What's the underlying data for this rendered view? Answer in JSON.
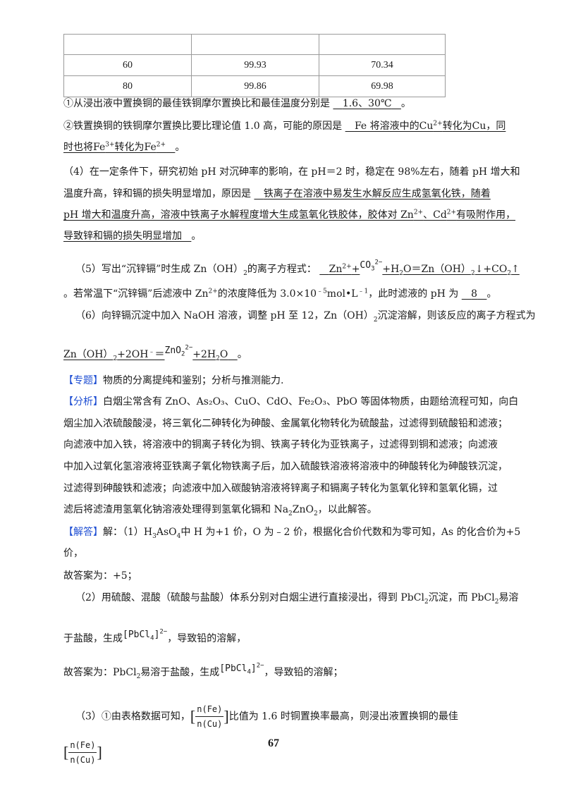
{
  "table": {
    "rows": [
      [
        "",
        "",
        ""
      ],
      [
        "60",
        "99.93",
        "70.34"
      ],
      [
        "80",
        "99.86",
        "69.98"
      ]
    ]
  },
  "q3": {
    "l1_a": "①从浸出液中置换铜的最佳铁铜摩尔置换比和最佳温度分别是",
    "l1_ans": "1.6、30℃",
    "l1_end": "。",
    "l2_a": "②铁置换铜的铁铜摩尔置换比要比理论值 1.0 高，可能的原因是",
    "l2_ans_a": "Fe 将溶液中的Cu",
    "l2_sup1": "2+",
    "l2_ans_b": "转化为Cu，同",
    "l3_ans_a": "时也将Fe",
    "l3_sup1": "3+",
    "l3_ans_b": "转化为Fe",
    "l3_sup2": "2+",
    "l3_end": "。"
  },
  "q4": {
    "l1_a": "（4）在一定条件下，研究初始 pH 对沉砷率的影响，在 pH＝2 时，稳定在 98%左右，随着 pH 增大和",
    "l2_a": "温度升高，锌和镉的损失明显增加，原因是",
    "l2_ans": "铁离子在溶液中易发生水解反应生成氢氧化铁，随着",
    "l3_ans_a": "pH 增大和温度升高，溶液中铁离子水解程度增大生成氢氧化铁胶体，胶体对 Zn",
    "l3_sup1": "2+",
    "l3_ans_b": "、Cd",
    "l3_sup2": "2+",
    "l3_ans_c": "有吸附作用，",
    "l4_ans": "导致锌和镉的损失明显增加",
    "l4_end": "。"
  },
  "q5": {
    "l1_a": "（5）写出“沉锌镉”时生成 Zn（OH）",
    "l1_sub": "2",
    "l1_b": "的离子方程式：",
    "l1_ans_a": "Zn",
    "l1_sup": "2+",
    "l1_ans_b": "+",
    "l1_co3": "CO",
    "l1_co3_sub": "3",
    "l1_co3_sup": "2−",
    "l1_ans_c": "+H",
    "l1_h2o_sub": "2",
    "l1_ans_d": "O＝Zn（OH）",
    "l1_ans_sub": "2",
    "l1_ans_e": "↓+CO",
    "l1_co2_sub": "2",
    "l1_ans_f": "↑",
    "l2_a": "。若常温下“沉锌镉”后滤液中 Zn",
    "l2_sup": "2+",
    "l2_b": "的浓度降低为 3.0×10",
    "l2_exp": "﹣5",
    "l2_c": "mol•L",
    "l2_exp2": "﹣1",
    "l2_d": "，此时滤液的 pH 为",
    "l2_ans": "8",
    "l2_end": "。"
  },
  "q6": {
    "l1": "（6）向锌镉沉淀中加入 NaOH 溶液，调整 pH 至 12，Zn（OH）",
    "l1_sub": "2",
    "l1_b": "沉淀溶解，则该反应的离子方程式为",
    "l2_a": "Zn（OH）",
    "l2_sub": "2",
    "l2_b": "+2OH",
    "l2_sup": "﹣",
    "l2_c": "＝",
    "l2_zn": "ZnO",
    "l2_zn_sub": "2",
    "l2_zn_sup": "2−",
    "l2_d": "+2H",
    "l2_d_sub": "2",
    "l2_e": "O",
    "l2_end": "。"
  },
  "topic": {
    "tag": "【专题】",
    "text": "物质的分离提纯和鉴别；分析与推测能力."
  },
  "analysis": {
    "tag": "【分析】",
    "l1": "白烟尘常含有 ZnO、As₂O₃、CuO、CdO、Fe₂O₃、PbO 等固体物质，由题给流程可知，向白",
    "l2": "烟尘加入浓硫酸酸浸，将三氧化二砷转化为砷酸、金属氧化物转化为硫酸盐，过滤得到硫酸铅和滤液；",
    "l3": "向滤液中加入铁，将溶液中的铜离子转化为铜、铁离子转化为亚铁离子，过滤得到铜和滤液；向滤液",
    "l4": "中加入过氧化氢溶液将亚铁离子氧化物铁离子后，加入硫酸铁溶液将溶液中的砷酸转化为砷酸铁沉淀，",
    "l5": "过滤得到砷酸铁和滤液；向滤液中加入碳酸钠溶液将锌离子和镉离子转化为氢氧化锌和氢氧化镉，过",
    "l6a": "滤后将滤渣用氢氧化钠溶液处理得到氢氧化镉和 Na",
    "l6_sub1": "2",
    "l6b": "ZnO",
    "l6_sub2": "2",
    "l6c": "，以此解答。"
  },
  "answer": {
    "tag": "【解答】",
    "l1a": "解：（1）H",
    "l1_sub1": "3",
    "l1b": "AsO",
    "l1_sub2": "4",
    "l1c": "中 H 为+1 价，O 为﹣2 价，根据化合价代数和为零可知，As 的化合价为+5",
    "l2": "价，",
    "l3": "故答案为：+5；",
    "l4a": "（2）用硫酸、混酸（硫酸与盐酸）体系分别对白烟尘进行直接浸出，得到 PbCl",
    "l4_sub1": "2",
    "l4b": "沉淀，而 PbCl",
    "l4_sub2": "2",
    "l4c": "易溶",
    "l5a": "于盐酸，生成",
    "l5_ion": "[PbCl",
    "l5_ion_sub": "4",
    "l5_ion_end": "]",
    "l5_ion_sup": "2−",
    "l5b": "，导致铅的溶解，",
    "l6a": "故答案为：PbCl",
    "l6_sub": "2",
    "l6b": "易溶于盐酸，生成",
    "l6c": "，导致铅的溶解；",
    "l7a": "（3）①由表格数据可知，",
    "frac_num": "n(Fe)",
    "frac_den": "n(Cu)",
    "l7b": "比值为 1.6 时铜置换率最高，则浸出液置换铜的最佳"
  },
  "page_number": "67"
}
